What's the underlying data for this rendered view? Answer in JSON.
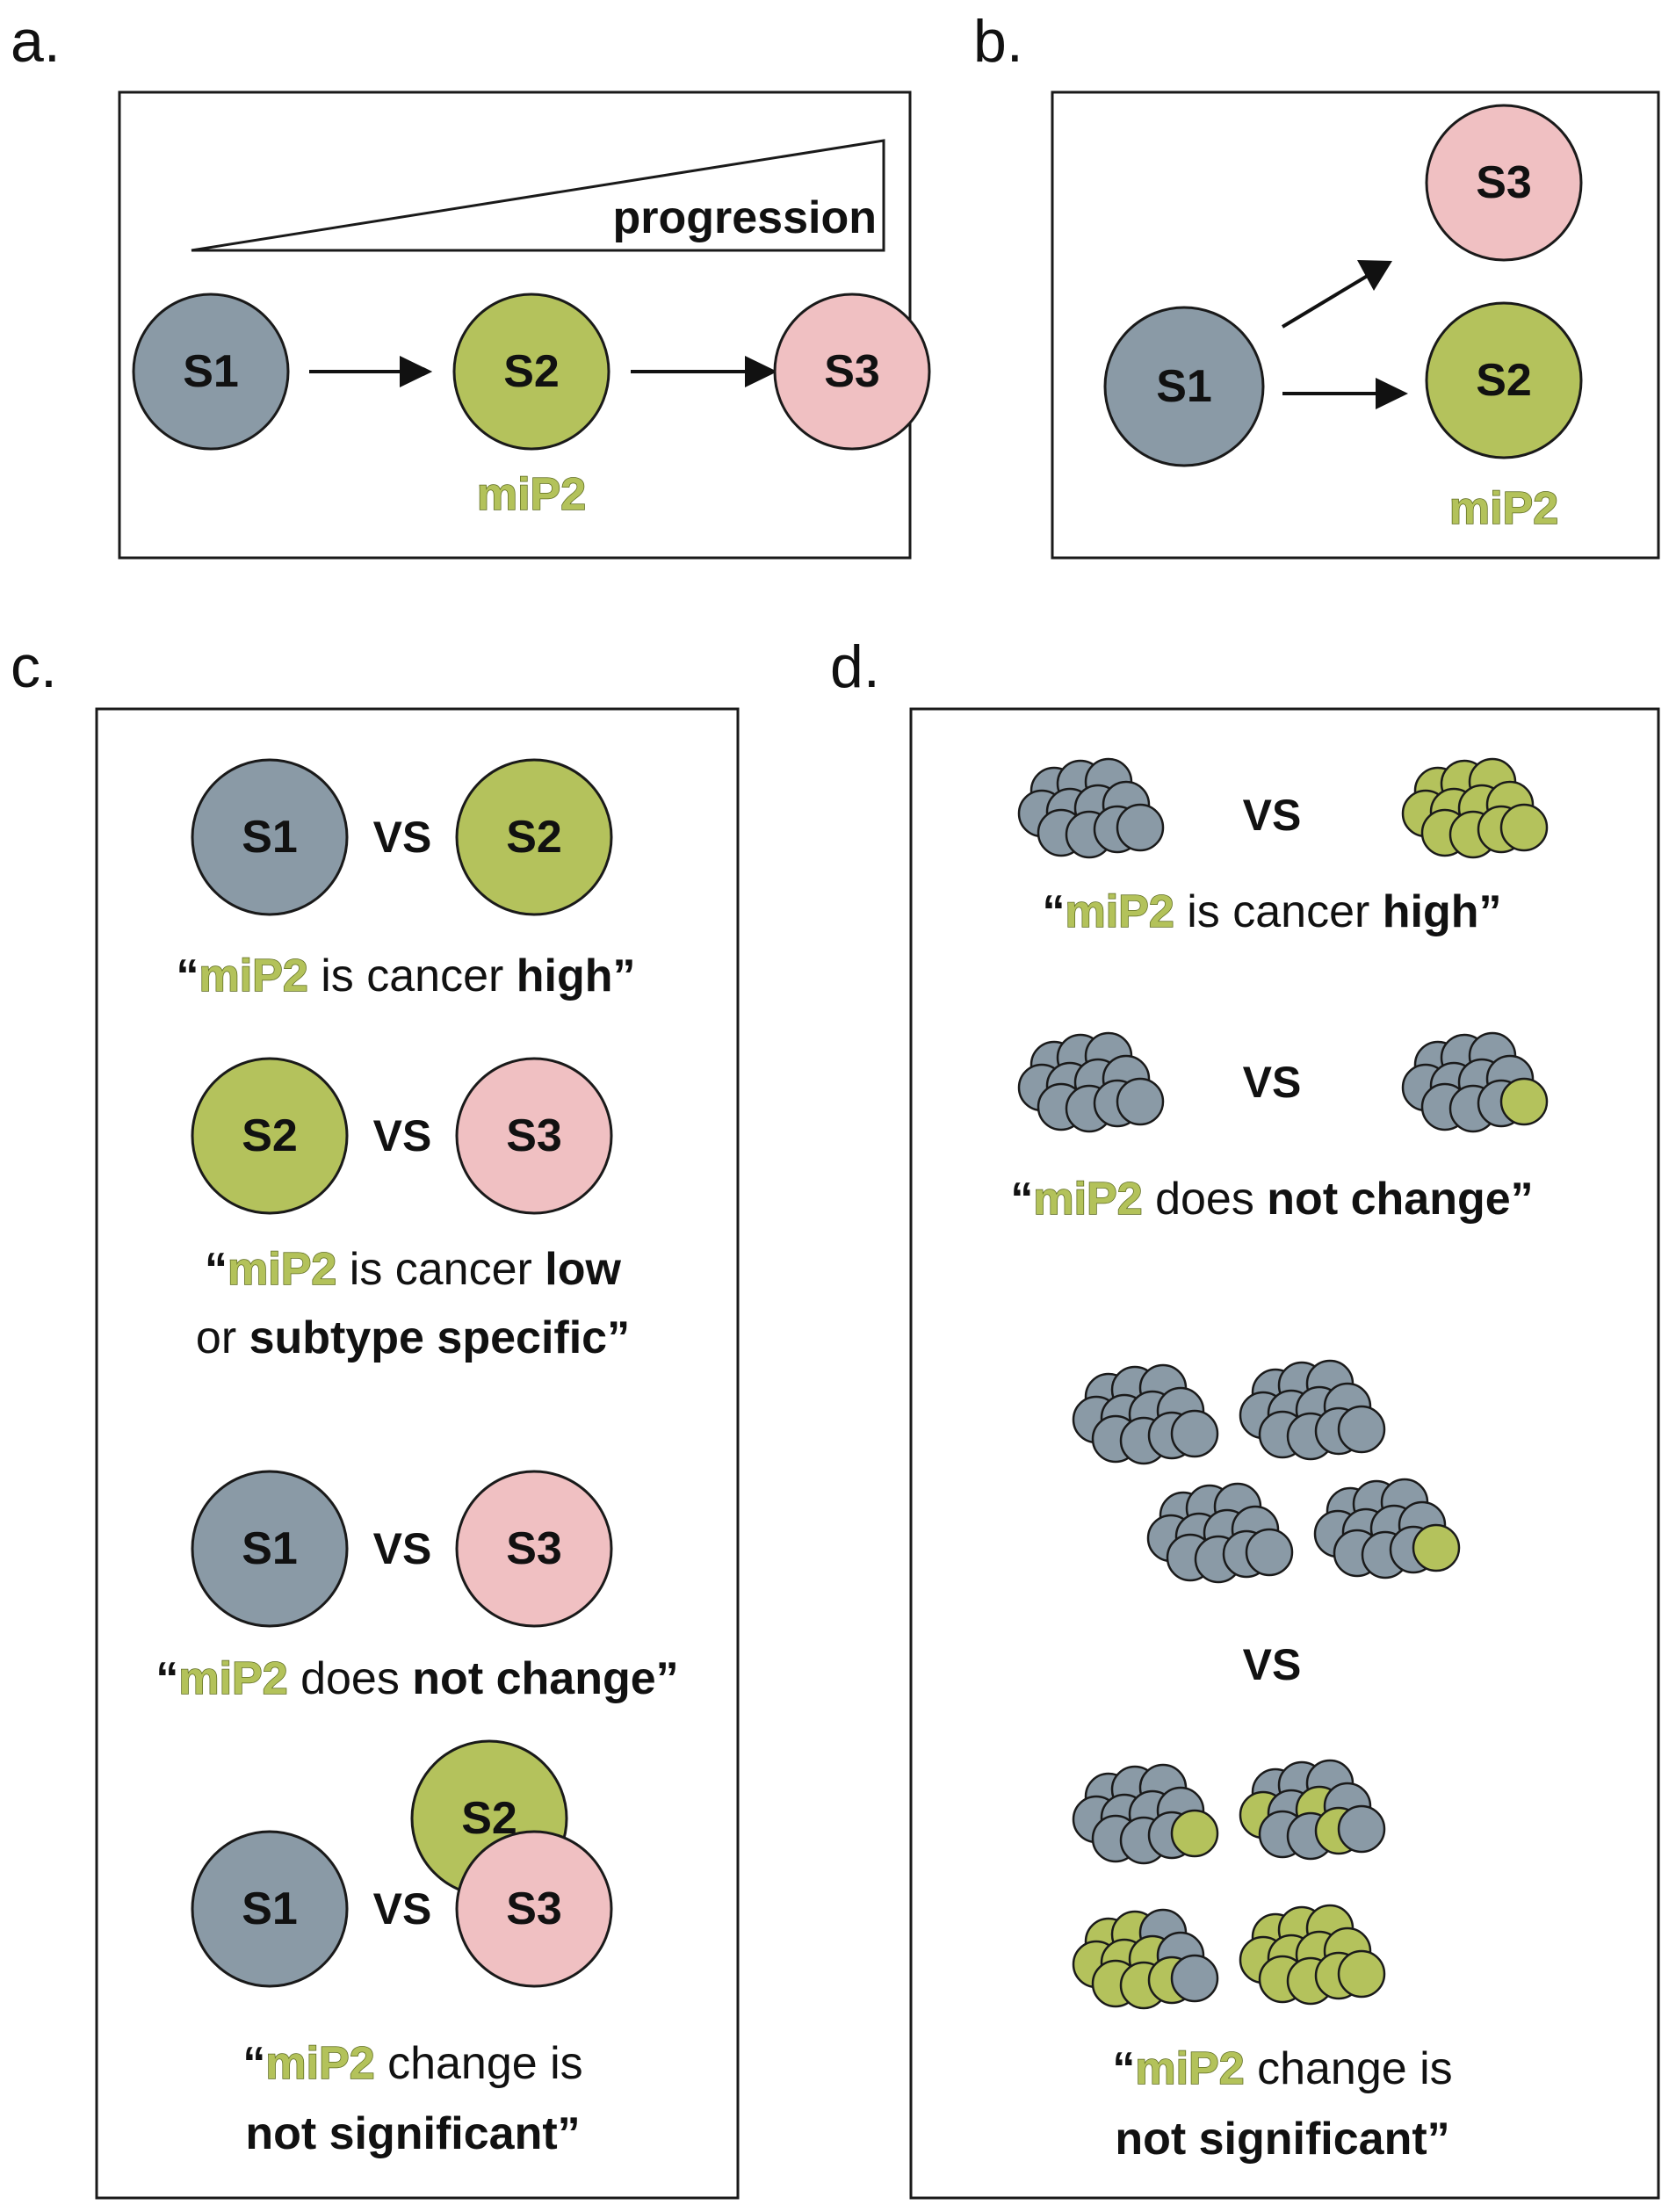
{
  "colors": {
    "s1": "#8a9aa6",
    "s2": "#b4c25c",
    "s3": "#f0c0c2",
    "mip_fill": "#b3c25a",
    "mip_stroke": "#5c6a20",
    "stroke": "#1a1a1a"
  },
  "panels": {
    "a": {
      "label": "a.",
      "progression": "progression",
      "s1": "S1",
      "s2": "S2",
      "s3": "S3",
      "mip": "miP2"
    },
    "b": {
      "label": "b.",
      "s1": "S1",
      "s2": "S2",
      "s3": "S3",
      "mip": "miP2"
    },
    "c": {
      "label": "c.",
      "vs": "VS",
      "row1": {
        "left": "S1",
        "right": "S2",
        "q_open": "“",
        "mip": "miP2",
        "t1": " is cancer ",
        "b1": "high",
        "q_close": "”"
      },
      "row2": {
        "left": "S2",
        "right": "S3",
        "line1": {
          "q_open": "“",
          "mip": "miP2",
          "t1": " is cancer ",
          "b1": "low"
        },
        "line2": {
          "t1": "or ",
          "b1": "subtype specific",
          "q_close": "”"
        }
      },
      "row3": {
        "left": "S1",
        "right": "S3",
        "q_open": "“",
        "mip": "miP2",
        "t1": " does ",
        "b1": "not change",
        "q_close": "”"
      },
      "row4": {
        "left": "S1",
        "right_top": "S2",
        "right_bottom": "S3",
        "line1": {
          "q_open": "“",
          "mip": "miP2",
          "t1": " change is"
        },
        "line2": {
          "b1": "not significant",
          "q_close": "”"
        }
      }
    },
    "d": {
      "label": "d.",
      "vs": "VS",
      "caption1": {
        "q_open": "“",
        "mip": "miP2",
        "t1": " is cancer ",
        "b1": "high",
        "q_close": "”"
      },
      "caption2": {
        "q_open": "“",
        "mip": "miP2",
        "t1": " does ",
        "b1": "not change",
        "q_close": "”"
      },
      "caption3": {
        "line1": {
          "q_open": "“",
          "mip": "miP2",
          "t1": " change is"
        },
        "line2": {
          "b1": "not significant",
          "q_close": "”"
        }
      }
    }
  }
}
